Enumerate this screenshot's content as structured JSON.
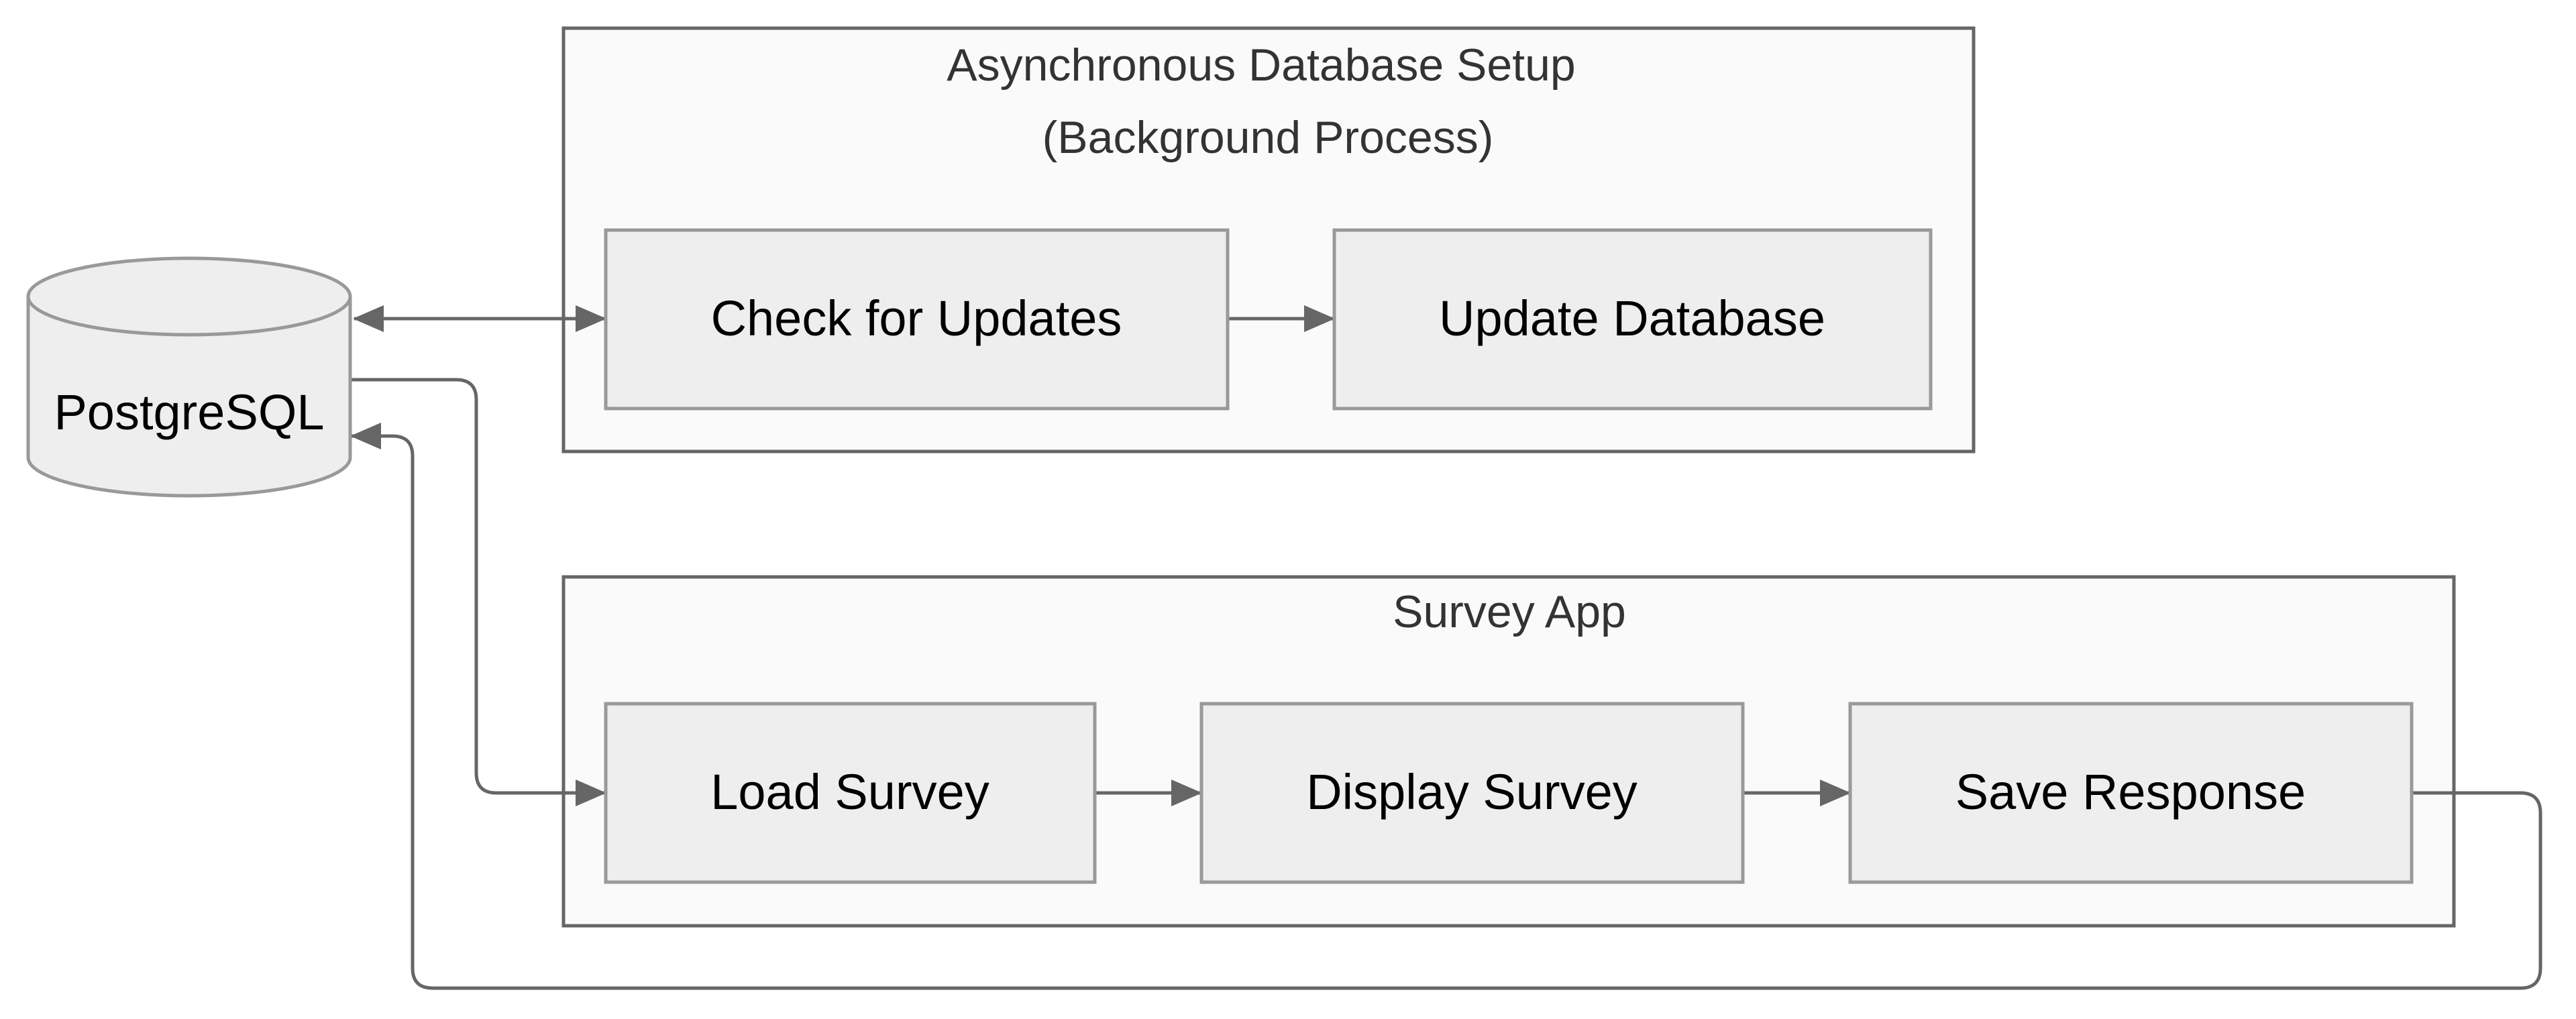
{
  "clusters": {
    "async_setup": {
      "title_line1": "Asynchronous Database Setup",
      "title_line2": "(Background Process)"
    },
    "survey_app": {
      "title": "Survey App"
    }
  },
  "nodes": {
    "postgres": "PostgreSQL",
    "check_updates": "Check for Updates",
    "update_database": "Update Database",
    "load_survey": "Load Survey",
    "display_survey": "Display Survey",
    "save_response": "Save Response"
  },
  "edges": [
    {
      "from": "postgres",
      "to": "check_updates",
      "bidirectional": true
    },
    {
      "from": "check_updates",
      "to": "update_database"
    },
    {
      "from": "postgres",
      "to": "load_survey"
    },
    {
      "from": "load_survey",
      "to": "display_survey"
    },
    {
      "from": "display_survey",
      "to": "save_response"
    },
    {
      "from": "save_response",
      "to": "postgres"
    }
  ],
  "colors": {
    "cluster_fill": "#fafafa",
    "cluster_stroke": "#666666",
    "node_fill": "#eeeeee",
    "node_stroke": "#999999",
    "edge": "#666666"
  }
}
